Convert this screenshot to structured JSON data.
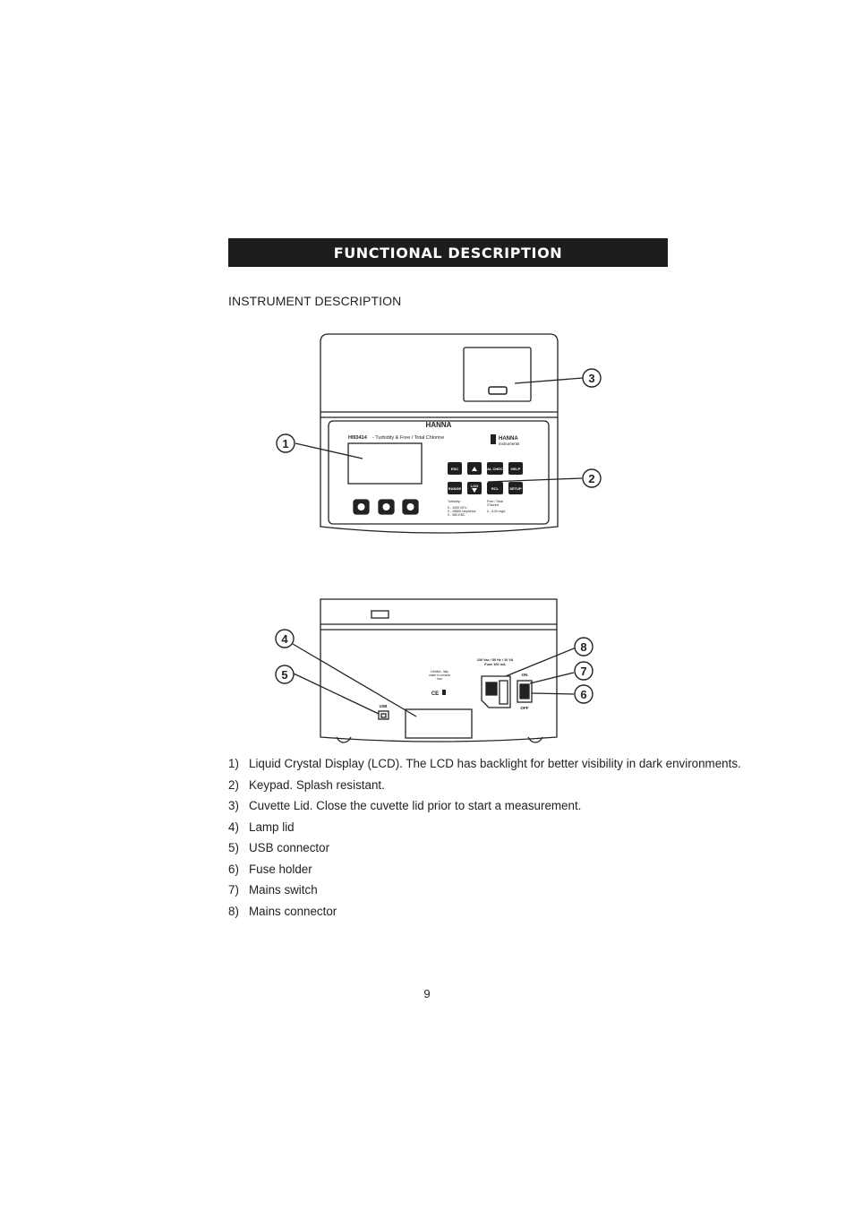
{
  "header": {
    "section_title": "FUNCTIONAL DESCRIPTION",
    "subsection_title": "INSTRUMENT DESCRIPTION"
  },
  "front_panel": {
    "brand": "HANNA",
    "model": "HI93414",
    "model_desc": "- Turbidity & Free / Total Chlorine",
    "brand_full": "HANNA",
    "brand_full_sub": "instruments",
    "keys": [
      "ESC",
      "CAL CHECK",
      "HELP",
      "RANGE",
      "LOG",
      "RCL",
      "SETUP"
    ],
    "specs_left": [
      "Turbidity:",
      "0 - 1000 NTU",
      "0 - 26800 Nephelos",
      "0 - 980 EBC"
    ],
    "specs_right": [
      "Free / Total",
      "Chlorine",
      "0 - 5.00 mg/L"
    ]
  },
  "rear_panel": {
    "usb_label": "USB",
    "power_rating": "230 Vac / 50 Hz / 10 VA",
    "fuse_rating": "Fuse 100 mA",
    "switch_on": "ON",
    "switch_off": "OFF",
    "label_lines": [
      "HANNA - Italy",
      "made in romania",
      "Inox"
    ],
    "marks": "CE"
  },
  "callouts": [
    "1",
    "2",
    "3",
    "4",
    "5",
    "6",
    "7",
    "8"
  ],
  "items": [
    {
      "num": "1)",
      "text": "Liquid Crystal Display (LCD). The LCD has backlight for better visibility in dark environments."
    },
    {
      "num": "2)",
      "text": "Keypad. Splash resistant."
    },
    {
      "num": "3)",
      "text": "Cuvette Lid. Close the cuvette lid prior to start a measurement."
    },
    {
      "num": "4)",
      "text": "Lamp lid"
    },
    {
      "num": "5)",
      "text": "USB connector"
    },
    {
      "num": "6)",
      "text": "Fuse holder"
    },
    {
      "num": "7)",
      "text": "Mains switch"
    },
    {
      "num": "8)",
      "text": "Mains connector"
    }
  ],
  "footer": {
    "page_number": "9"
  }
}
